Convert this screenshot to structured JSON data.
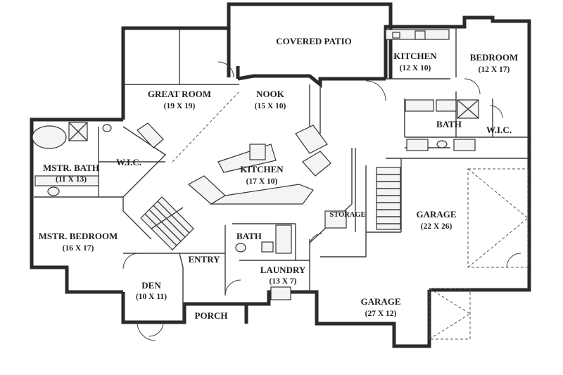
{
  "rooms": {
    "covered_patio": {
      "name": "COVERED PATIO"
    },
    "great_room": {
      "name": "GREAT ROOM",
      "size": "(19 X 19)"
    },
    "nook": {
      "name": "NOOK",
      "size": "(15 X 10)"
    },
    "kitchen_main": {
      "name": "KITCHEN",
      "size": "(17 X 10)"
    },
    "kitchen_suite": {
      "name": "KITCHEN",
      "size": "(12 X 10)"
    },
    "bedroom": {
      "name": "BEDROOM",
      "size": "(12 X 17)"
    },
    "bath_suite": {
      "name": "BATH"
    },
    "wic_suite": {
      "name": "W.I.C."
    },
    "mstr_bath": {
      "name": "MSTR. BATH",
      "size": "(11 X 13)"
    },
    "wic_master": {
      "name": "W.I.C."
    },
    "mstr_bedroom": {
      "name": "MSTR. BEDROOM",
      "size": "(16 X 17)"
    },
    "storage": {
      "name": "STORAGE"
    },
    "garage_upper": {
      "name": "GARAGE",
      "size": "(22 X 26)"
    },
    "bath_center": {
      "name": "BATH"
    },
    "laundry": {
      "name": "LAUNDRY",
      "size": "(13 X 7)"
    },
    "entry": {
      "name": "ENTRY"
    },
    "den": {
      "name": "DEN",
      "size": "(10 X 11)"
    },
    "porch": {
      "name": "PORCH"
    },
    "garage_lower": {
      "name": "GARAGE",
      "size": "(27 X 12)"
    }
  },
  "colors": {
    "wall": "#2a2a2a",
    "background": "#ffffff"
  }
}
